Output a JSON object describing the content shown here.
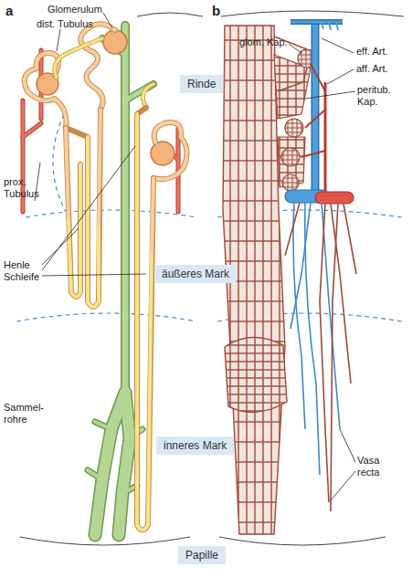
{
  "diagram": {
    "nodes": [
      {
        "text": [
          "Rinde"
        ]
      },
      {
        "text": [
          "äußeres Mark"
        ]
      },
      {
        "text": [
          "inneres Mark"
        ]
      },
      {
        "text": [
          "Papille"
        ]
      }
    ],
    "labels": [
      "a",
      "b",
      "Glomerulum",
      "dist. Tubulus",
      "prox. Tubulus",
      "Henle Schleife",
      "Sammel- rohre",
      "glom. Kap.",
      "eff. Art.",
      "aff. Art.",
      "peritub. Kap.",
      "Vasa recta"
    ]
  }
}
